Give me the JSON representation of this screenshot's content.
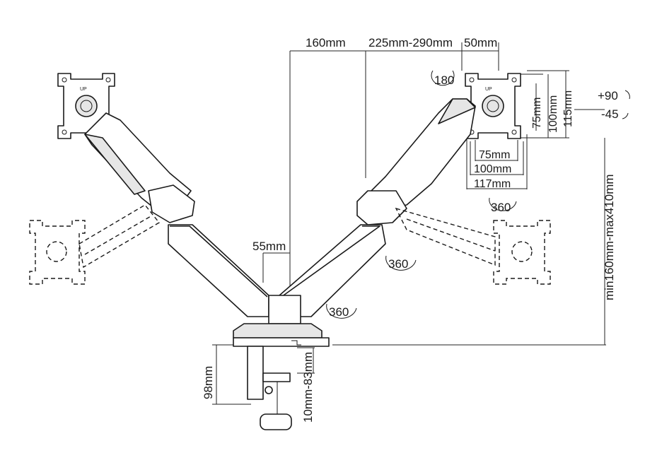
{
  "dimensions": {
    "d160": "160mm",
    "d225_290": "225mm-290mm",
    "d50": "50mm",
    "d55": "55mm",
    "d98": "98mm",
    "d10_83": "10mm-83mm",
    "height_range": "min160mm-max410mm",
    "vesa_75_w": "75mm",
    "vesa_100_w": "100mm",
    "vesa_117_w": "117mm",
    "vesa_75_h": "75mm",
    "vesa_100_h": "100mm",
    "vesa_115_h": "115mm"
  },
  "rotations": {
    "r180": "180",
    "r360_a": "360",
    "r360_b": "360",
    "r360_c": "360",
    "tilt_up": "+90",
    "tilt_down": "-45"
  },
  "plate_marks": {
    "up": "UP"
  }
}
